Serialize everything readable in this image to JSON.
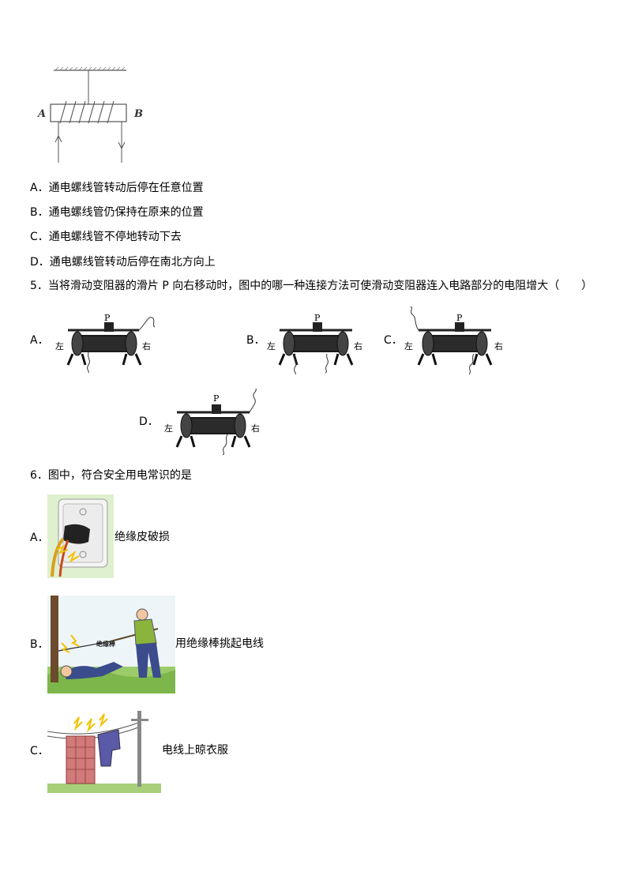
{
  "q4": {
    "figure": {
      "label_a": "A",
      "label_b": "B"
    },
    "options": [
      "A．通电螺线管转动后停在任意位置",
      "B．通电螺线管仍保持在原来的位置",
      "C．通电螺线管不停地转动下去",
      "D．通电螺线管转动后停在南北方向上"
    ]
  },
  "q5": {
    "stem": "5．当将滑动变阻器的滑片 P 向右移动时，图中的哪一种连接方法可使滑动变阻器连入电路部分的电阻增大（　　）",
    "options": [
      {
        "letter": "A．",
        "p": "P",
        "left": "左",
        "right": "右"
      },
      {
        "letter": "B．",
        "p": "P",
        "left": "左",
        "right": "右"
      },
      {
        "letter": "C．",
        "p": "P",
        "left": "左",
        "right": "右"
      },
      {
        "letter": "D．",
        "p": "P",
        "left": "左",
        "right": "右"
      }
    ]
  },
  "q6": {
    "stem": "6．图中，符合安全用电常识的是",
    "options": [
      {
        "letter": "A．",
        "caption": "绝缘皮破损"
      },
      {
        "letter": "B．",
        "caption": "用绝缘棒挑起电线",
        "stick_label": "绝缘棒"
      },
      {
        "letter": "C．",
        "caption": "电线上晾衣服"
      }
    ]
  }
}
